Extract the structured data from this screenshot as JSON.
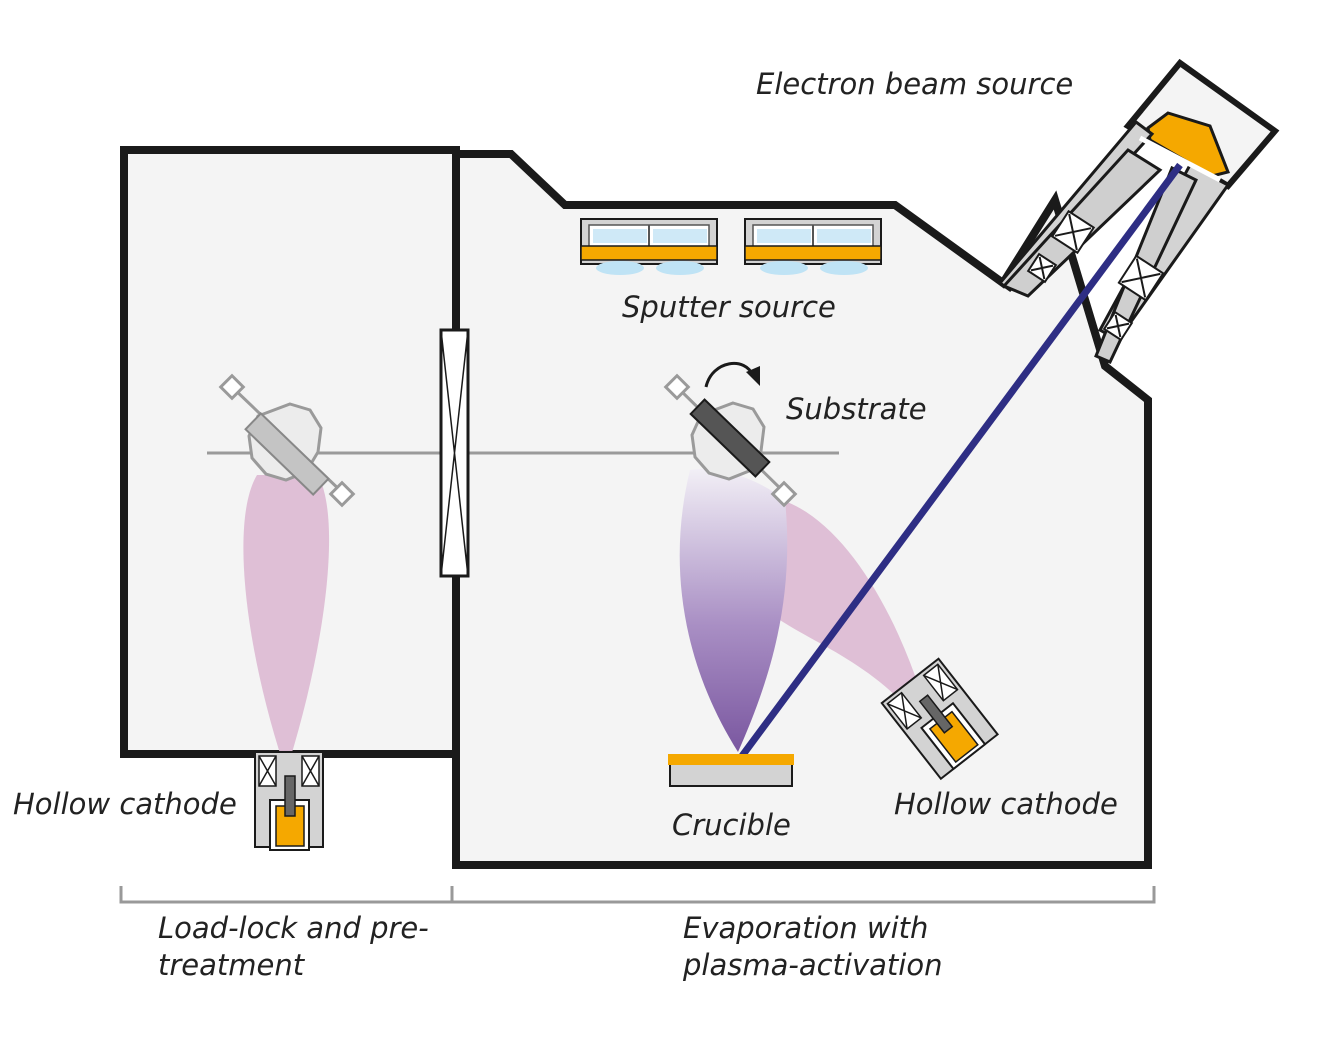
{
  "labels": {
    "electron_beam_source": "Electron beam source",
    "sputter_source": "Sputter source",
    "substrate": "Substrate",
    "hollow_cathode_left": "Hollow cathode",
    "hollow_cathode_right": "Hollow cathode",
    "crucible": "Crucible",
    "loadlock_line1": "Load-lock and pre-",
    "loadlock_line2": "treatment",
    "evaporation_line1": "Evaporation with",
    "evaporation_line2": "plasma-activation"
  },
  "colors": {
    "wall": "#1a1a1a",
    "chamber_fill": "#f4f4f4",
    "source_grey": "#d3d3d3",
    "gold": "#f5a800",
    "plasma_pink": "#ddbcd4",
    "vapor_purple": "#7a57a0",
    "beam_blue": "#2e2e84",
    "sputter_blue": "#bfe3f5",
    "bracket_grey": "#999999"
  }
}
